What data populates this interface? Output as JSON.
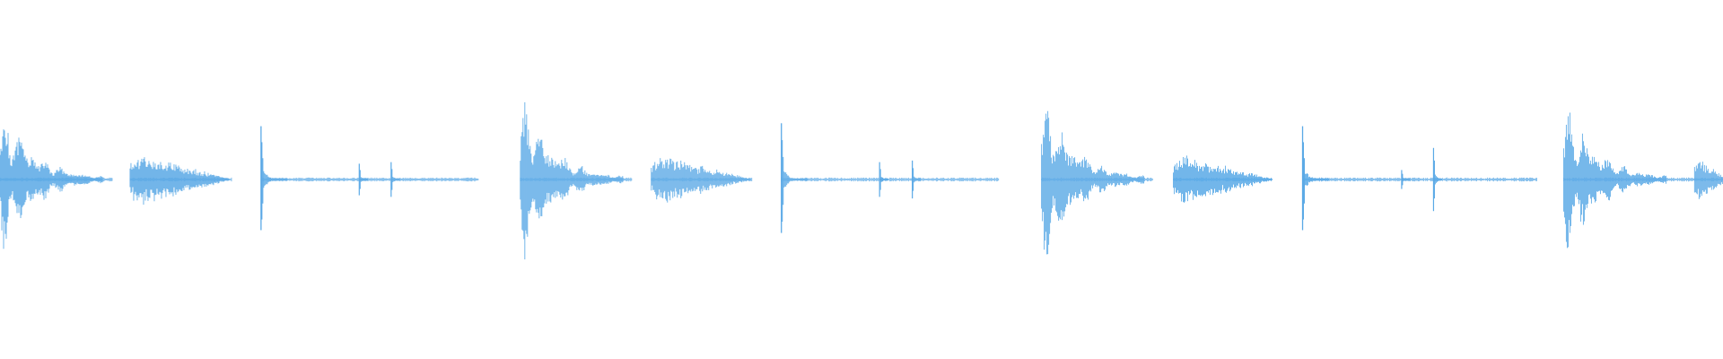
{
  "waveform": {
    "color": "#5aa9e6",
    "baseline_fraction": 0.5,
    "description_visible_text": "",
    "events": [
      {
        "t": 0.0,
        "amp": 0.85,
        "kind": "sustained-hit",
        "duration": 0.06
      },
      {
        "t": 0.0755,
        "amp": 0.3,
        "kind": "soft-hit",
        "duration": 0.058
      },
      {
        "t": 0.1515,
        "amp": 0.9,
        "kind": "sharp-transient",
        "duration": 0.0025
      },
      {
        "t": 0.2085,
        "amp": 0.2,
        "kind": "tick",
        "duration": 0.001
      },
      {
        "t": 0.227,
        "amp": 0.22,
        "kind": "tick",
        "duration": 0.001
      },
      {
        "t": 0.302,
        "amp": 0.95,
        "kind": "sustained-hit",
        "duration": 0.06
      },
      {
        "t": 0.378,
        "amp": 0.28,
        "kind": "soft-hit",
        "duration": 0.058
      },
      {
        "t": 0.4535,
        "amp": 0.95,
        "kind": "sharp-transient",
        "duration": 0.0025
      },
      {
        "t": 0.5105,
        "amp": 0.22,
        "kind": "tick",
        "duration": 0.001
      },
      {
        "t": 0.5295,
        "amp": 0.24,
        "kind": "tick",
        "duration": 0.001
      },
      {
        "t": 0.6045,
        "amp": 1.0,
        "kind": "sustained-hit",
        "duration": 0.06
      },
      {
        "t": 0.681,
        "amp": 0.28,
        "kind": "soft-hit",
        "duration": 0.058
      },
      {
        "t": 0.756,
        "amp": 0.9,
        "kind": "sharp-transient",
        "duration": 0.0025
      },
      {
        "t": 0.8135,
        "amp": 0.12,
        "kind": "tick",
        "duration": 0.001
      },
      {
        "t": 0.832,
        "amp": 0.4,
        "kind": "tick",
        "duration": 0.001
      },
      {
        "t": 0.9075,
        "amp": 0.92,
        "kind": "sustained-hit",
        "duration": 0.06
      },
      {
        "t": 0.9835,
        "amp": 0.24,
        "kind": "soft-hit",
        "duration": 0.02
      }
    ],
    "noise_segments": [
      {
        "start": 0.0,
        "end": 0.0655
      },
      {
        "start": 0.0755,
        "end": 0.1345
      },
      {
        "start": 0.1515,
        "end": 0.278
      },
      {
        "start": 0.302,
        "end": 0.367
      },
      {
        "start": 0.378,
        "end": 0.4365
      },
      {
        "start": 0.4535,
        "end": 0.58
      },
      {
        "start": 0.6045,
        "end": 0.6695
      },
      {
        "start": 0.681,
        "end": 0.738
      },
      {
        "start": 0.756,
        "end": 0.892
      },
      {
        "start": 0.9075,
        "end": 1.0
      }
    ]
  }
}
